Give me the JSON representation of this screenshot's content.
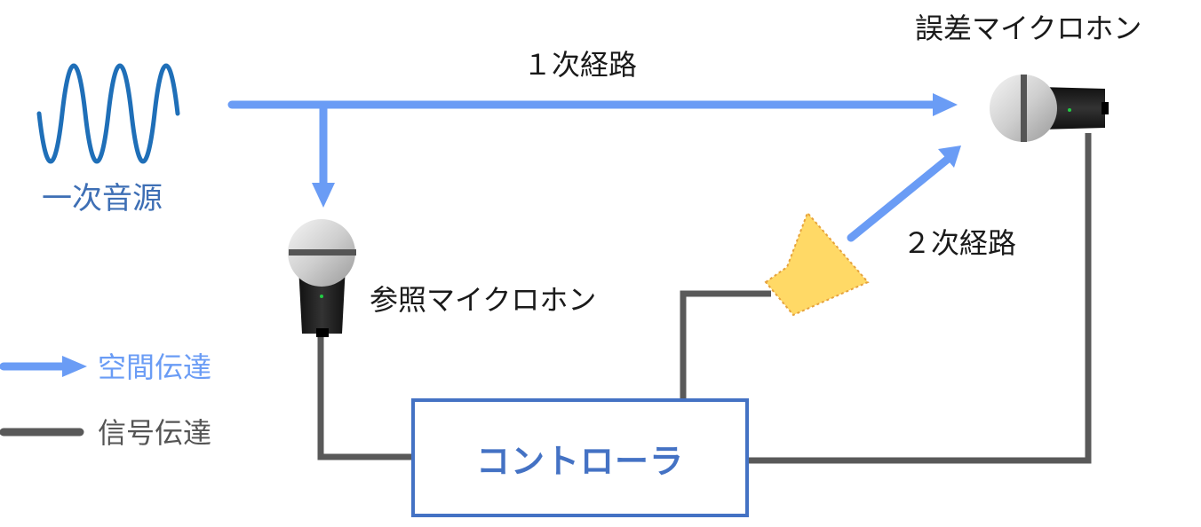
{
  "labels": {
    "primary_source": "一次音源",
    "primary_path": "１次経路",
    "secondary_path": "２次経路",
    "reference_mic": "参照マイクロホン",
    "error_mic": "誤差マイクロホン",
    "controller": "コントローラ"
  },
  "legend": {
    "spatial": "空間伝達",
    "signal": "信号伝達"
  },
  "colors": {
    "acoustic_arrow": "#6a9cf5",
    "signal_line": "#595959",
    "wave": "#1f6fb8",
    "controller_border": "#4472c4",
    "speaker_fill": "#ffd966"
  },
  "icons": {
    "source": "sine-wave-icon",
    "reference_mic": "microphone-icon",
    "error_mic": "microphone-icon",
    "speaker": "speaker-icon"
  }
}
